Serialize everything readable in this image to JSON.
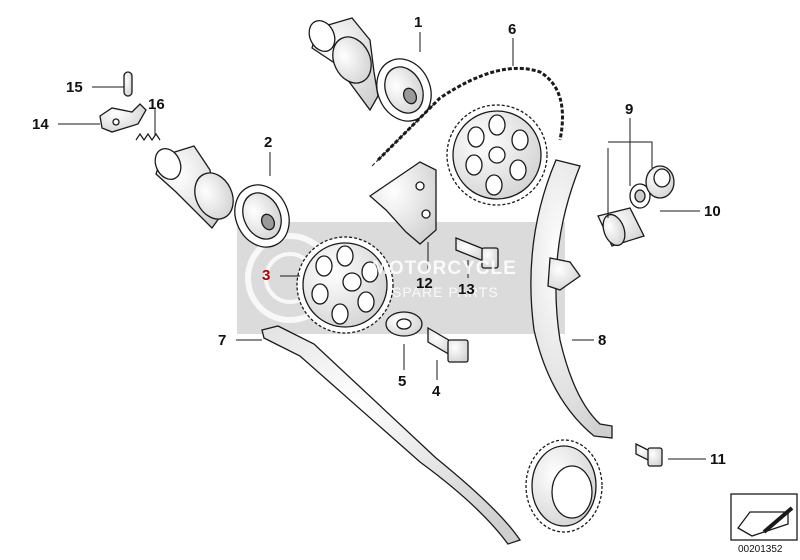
{
  "callouts": {
    "c1": "1",
    "c2": "2",
    "c3": "3",
    "c4": "4",
    "c5": "5",
    "c6": "6",
    "c7": "7",
    "c8": "8",
    "c9": "9",
    "c10": "10",
    "c11": "11",
    "c12": "12",
    "c13": "13",
    "c14": "14",
    "c15": "15",
    "c16": "16"
  },
  "watermark": {
    "line1": "MOTORCYCLE",
    "line2": "SPARE PARTS"
  },
  "doc_number": "00201352",
  "colors": {
    "line": "#1a1a1a",
    "watermark": "#bdbdbd",
    "accent": "#b00000"
  }
}
